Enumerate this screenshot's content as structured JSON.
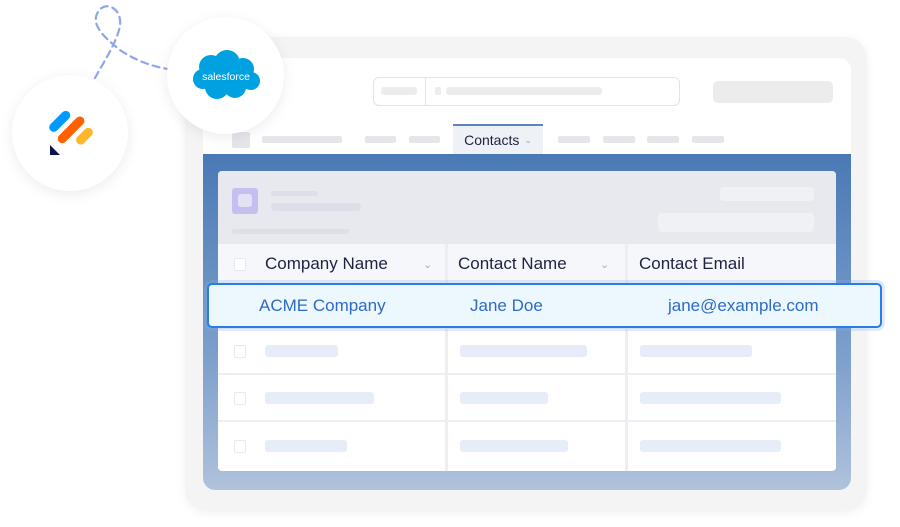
{
  "integration": {
    "left_logo": "jotform-logo",
    "right_logo": "salesforce-logo",
    "salesforce_text": "salesforce",
    "colors": {
      "salesforce_blue": "#00a1e0",
      "jotform_blue": "#0099ff",
      "jotform_orange": "#ff6100",
      "jotform_yellow": "#ffb629",
      "jotform_navy": "#0a1551",
      "connector_dash": "#8fa6e8"
    }
  },
  "app": {
    "nav": {
      "active_tab": "Contacts"
    },
    "table": {
      "columns": [
        "Company Name",
        "Contact Name",
        "Contact Email"
      ],
      "highlighted_row": {
        "company": "ACME Company",
        "contact_name": "Jane Doe",
        "contact_email": "jane@example.com"
      },
      "placeholder_rows": 3
    },
    "colors": {
      "panel_blue": "#4a79b5",
      "highlight_border": "#2d7be6",
      "highlight_bg": "#edf7fe",
      "highlight_text": "#2d6bc4",
      "header_text": "#1d2240"
    }
  }
}
